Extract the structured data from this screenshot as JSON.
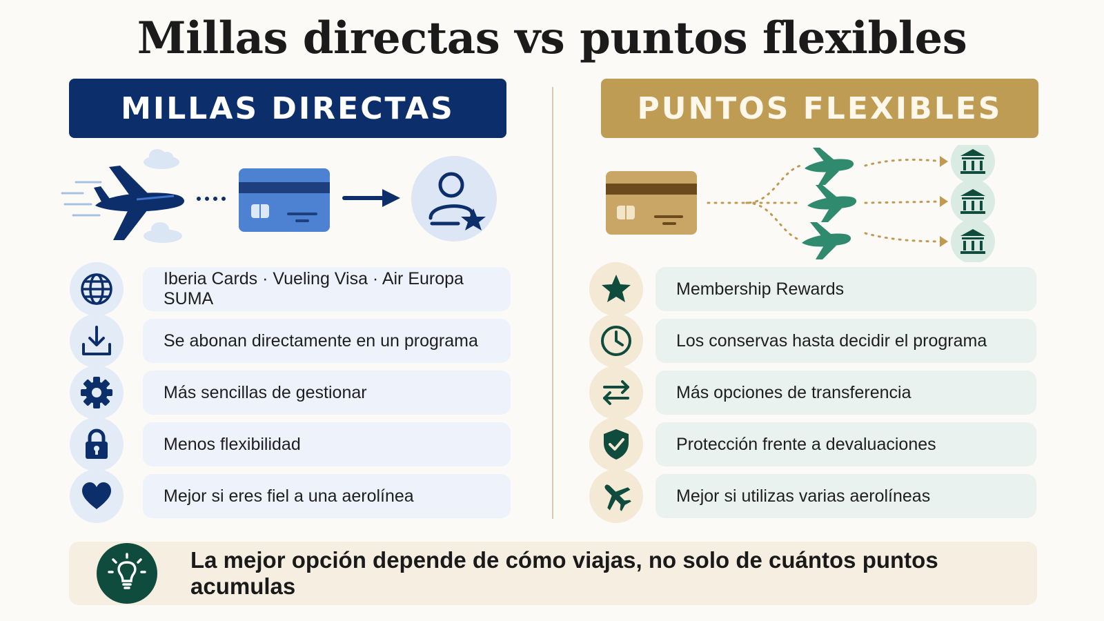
{
  "title": "Millas directas vs puntos flexibles",
  "left": {
    "heading": "MILLAS DIRECTAS",
    "color": "#0c2e6b",
    "items": [
      {
        "icon": "globe-icon",
        "text": "Iberia Cards · Vueling Visa · Air Europa SUMA"
      },
      {
        "icon": "download-icon",
        "text": "Se abonan directamente en un programa"
      },
      {
        "icon": "gear-icon",
        "text": "Más sencillas de gestionar"
      },
      {
        "icon": "lock-icon",
        "text": "Menos flexibilidad"
      },
      {
        "icon": "heart-icon",
        "text": "Mejor si eres fiel a una aerolínea"
      }
    ]
  },
  "right": {
    "heading": "PUNTOS FLEXIBLES",
    "color": "#bf9c53",
    "items": [
      {
        "icon": "star-icon",
        "text": "Membership Rewards"
      },
      {
        "icon": "clock-icon",
        "text": "Los conservas hasta decidir el programa"
      },
      {
        "icon": "transfer-arrows-icon",
        "text": "Más opciones de transferencia"
      },
      {
        "icon": "shield-check-icon",
        "text": "Protección frente a devaluaciones"
      },
      {
        "icon": "airplane-icon",
        "text": "Mejor si utilizas varias aerolíneas"
      }
    ]
  },
  "footer": {
    "icon": "lightbulb-icon",
    "text": "La mejor opción depende de cómo viajas, no solo de cuántos puntos acumulas"
  }
}
